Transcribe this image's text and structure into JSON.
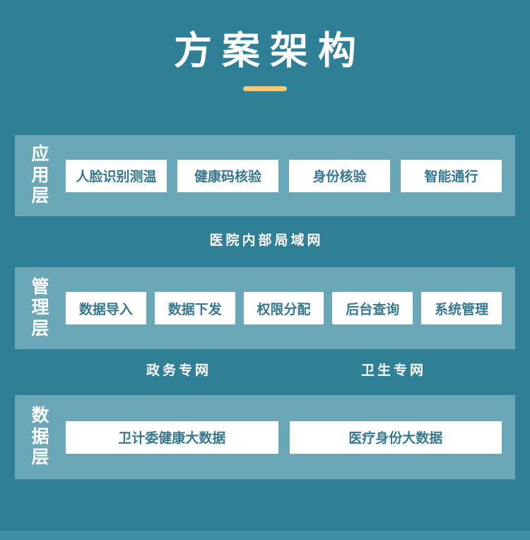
{
  "page": {
    "title": "方案架构",
    "background_color": "#2f7f96",
    "band_color": "#6aa8b8",
    "accent_color": "#f5c97a",
    "box_text_color": "#35788f"
  },
  "layers": [
    {
      "id": "application",
      "label": "应用层",
      "label_chars": [
        "应",
        "用",
        "层"
      ],
      "boxes": [
        {
          "label": "人脸识别测温"
        },
        {
          "label": "健康码核验"
        },
        {
          "label": "身份核验"
        },
        {
          "label": "智能通行"
        }
      ]
    },
    {
      "id": "management",
      "label": "管理层",
      "label_chars": [
        "管",
        "理",
        "层"
      ],
      "boxes": [
        {
          "label": "数据导入"
        },
        {
          "label": "数据下发"
        },
        {
          "label": "权限分配"
        },
        {
          "label": "后台查询"
        },
        {
          "label": "系统管理"
        }
      ]
    },
    {
      "id": "data",
      "label": "数据层",
      "label_chars": [
        "数",
        "据",
        "层"
      ],
      "boxes": [
        {
          "label": "卫计委健康大数据"
        },
        {
          "label": "医疗身份大数据"
        }
      ]
    }
  ],
  "networks": {
    "lan": "医院内部局域网",
    "government": "政务专网",
    "health": "卫生专网"
  }
}
